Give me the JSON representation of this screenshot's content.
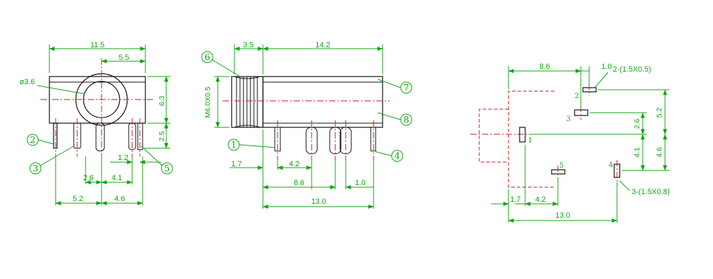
{
  "front_view": {
    "width": "11.5",
    "offset": "5.5",
    "hole": "ø3.6",
    "height": "6.3",
    "pin_len": "2.5",
    "pin_gap_a": "2.6",
    "pin_gap_b": "4.1",
    "pin_gap_c": "1.2",
    "base_a": "5.2",
    "base_b": "4.6",
    "callouts": [
      "2",
      "3",
      "5"
    ]
  },
  "side_view": {
    "thread_len": "3.5",
    "body_len": "14.2",
    "thread": "M6.0X0.5",
    "pin_offset": "1.7",
    "pin_gap_1": "4.2",
    "pin_gap_2": "8.6",
    "pin_gap_3": "1.0",
    "total": "13.0",
    "callouts": [
      "6",
      "1",
      "7",
      "8",
      "4"
    ]
  },
  "pcb_layout": {
    "dim_top": "8.6",
    "dim_top_small": "1.0",
    "pad2_label": "2-(1.5X0.5)",
    "pad3_label": "3-(1.5X0.8)",
    "v_52": "5.2",
    "v_26": "2.6",
    "v_41": "4.1",
    "v_46": "4.6",
    "h_17": "1.7",
    "h_42": "4.2",
    "h_130": "13.0",
    "pins": [
      "2",
      "3",
      "1",
      "5",
      "4"
    ]
  },
  "colors": {
    "dimension": "#13a513",
    "outline": "#111111",
    "centerline": "#d01515"
  }
}
